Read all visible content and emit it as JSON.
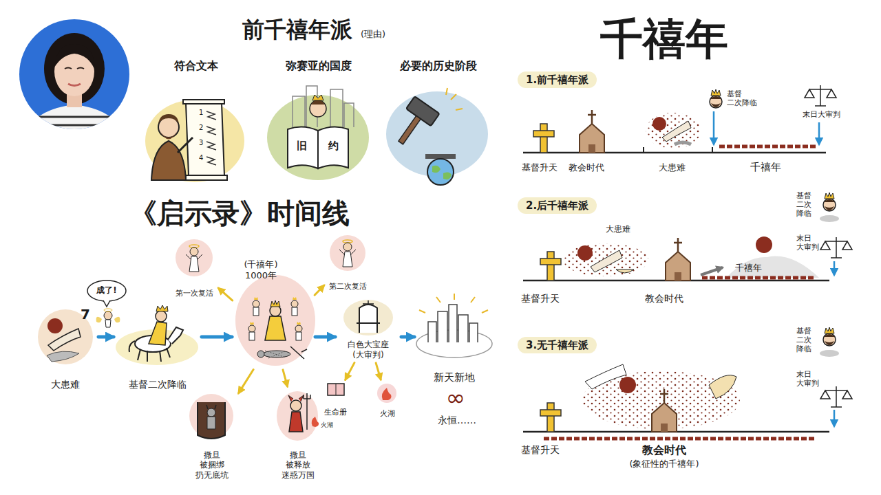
{
  "diagram": {
    "title": "千禧年",
    "nodes": [
      {
        "text": [
          "符合文本"
        ]
      },
      {
        "text": [
          "弥赛亚的国度"
        ]
      },
      {
        "text": [
          "必要的历史阶段"
        ]
      },
      {
        "text": [
          "大患难"
        ]
      },
      {
        "text": [
          "基督二次降临"
        ]
      },
      {
        "text": [
          "(千禧年) 1000年"
        ]
      },
      {
        "text": [
          "白色大宝座 (大审判)"
        ]
      },
      {
        "text": [
          "新天新地"
        ]
      },
      {
        "text": [
          "第一次复活"
        ]
      },
      {
        "text": [
          "第二次复活"
        ]
      },
      {
        "text": [
          "撒旦 被捆绑 扔无底坑"
        ]
      },
      {
        "text": [
          "撒旦 被释放 迷惑万国"
        ]
      },
      {
        "text": [
          "生命册"
        ]
      },
      {
        "text": [
          "火湖"
        ]
      },
      {
        "text": [
          "1.前千禧年派"
        ]
      },
      {
        "text": [
          "2.后千禧年派"
        ]
      },
      {
        "text": [
          "3.无千禧年派"
        ]
      }
    ],
    "edges": [
      {
        "from": 3,
        "to": 4,
        "arrow": "to"
      },
      {
        "from": 4,
        "to": 5,
        "arrow": "to"
      },
      {
        "from": 5,
        "to": 6,
        "arrow": "to"
      },
      {
        "from": 6,
        "to": 7,
        "arrow": "to"
      },
      {
        "from": 5,
        "to": 8,
        "arrow": "to"
      },
      {
        "from": 5,
        "to": 9,
        "arrow": "to"
      },
      {
        "from": 5,
        "to": 10,
        "arrow": "to"
      },
      {
        "from": 5,
        "to": 11,
        "arrow": "to"
      },
      {
        "from": 6,
        "to": 12,
        "arrow": "to"
      },
      {
        "from": 6,
        "to": 13,
        "arrow": "to"
      }
    ],
    "labels": [
      "前千禧年派",
      "(理由)",
      "1",
      "2",
      "3",
      "4",
      "旧",
      "约",
      "《启示录》时间线",
      "7",
      "成了!",
      "火湖",
      "∞",
      "永恒……",
      "基督升天",
      "教会时代",
      "大患难",
      "千禧年",
      "基督 二次降临",
      "末日大审判",
      "大患难",
      "千禧年",
      "基督升天",
      "教会时代",
      "基督 二次降临",
      "末日 大审判",
      "基督升天",
      "教会时代",
      "(象征性的千禧年)",
      "基督 二次降临",
      "末日 大审判"
    ]
  }
}
